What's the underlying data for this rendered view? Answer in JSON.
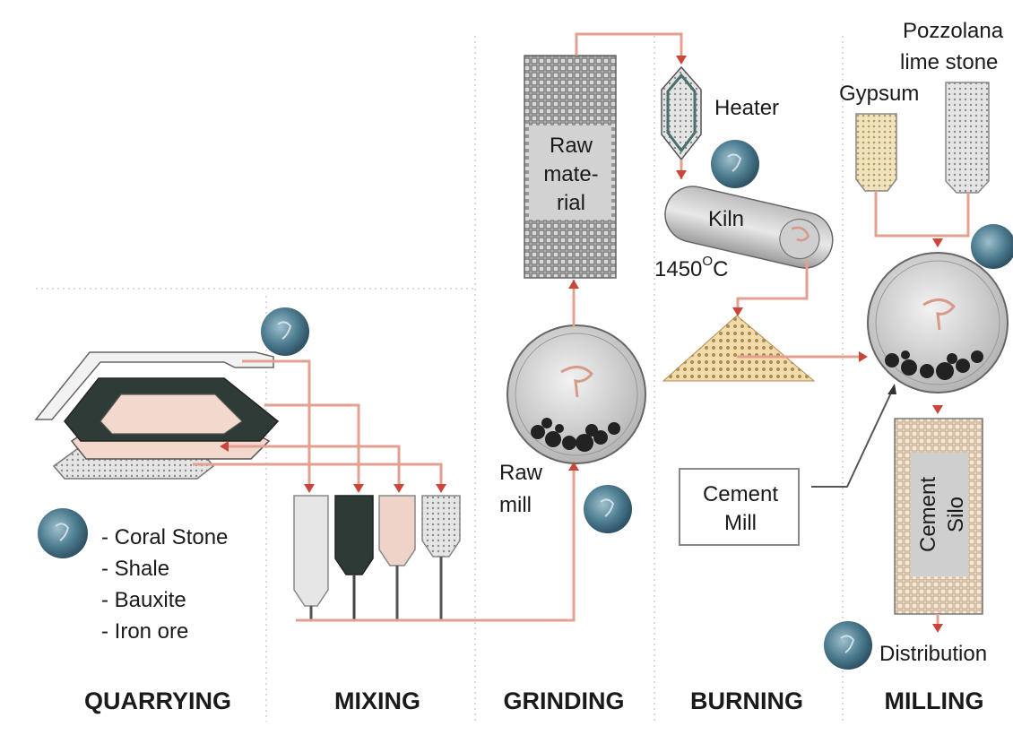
{
  "labels": {
    "pozzolana_line1": "Pozzolana",
    "pozzolana_line2": "lime stone",
    "gypsum": "Gypsum",
    "heater": "Heater",
    "kiln": "Kiln",
    "kiln_temp": "1450",
    "kiln_temp_sup": "O",
    "kiln_temp_unit": "C",
    "raw_material_line1": "Raw",
    "raw_material_line2": "mate-",
    "raw_material_line3": "rial",
    "raw_mill_line1": "Raw",
    "raw_mill_line2": "mill",
    "cement_mill_line1": "Cement",
    "cement_mill_line2": "Mill",
    "cement_silo_line1": "Cement",
    "cement_silo_line2": "Silo",
    "distribution": "Distribution"
  },
  "materials": [
    "- Coral Stone",
    "- Shale",
    "- Bauxite",
    "- Iron ore"
  ],
  "stages": [
    "QUARRYING",
    "MIXING",
    "GRINDING",
    "BURNING",
    "MILLING"
  ],
  "colors": {
    "pipe": "#e3a090",
    "arrow": "#c9463a",
    "marker": "#3f6d83",
    "silo_coral": "#e6e6e6",
    "silo_shale": "#2e3a36",
    "silo_bauxite": "#efd2c8",
    "silo_iron": "#bdbdbd",
    "gypsum": "#e6d9a8",
    "clinker": "#c9a86a"
  },
  "icons": [
    "process-marker-icon"
  ]
}
